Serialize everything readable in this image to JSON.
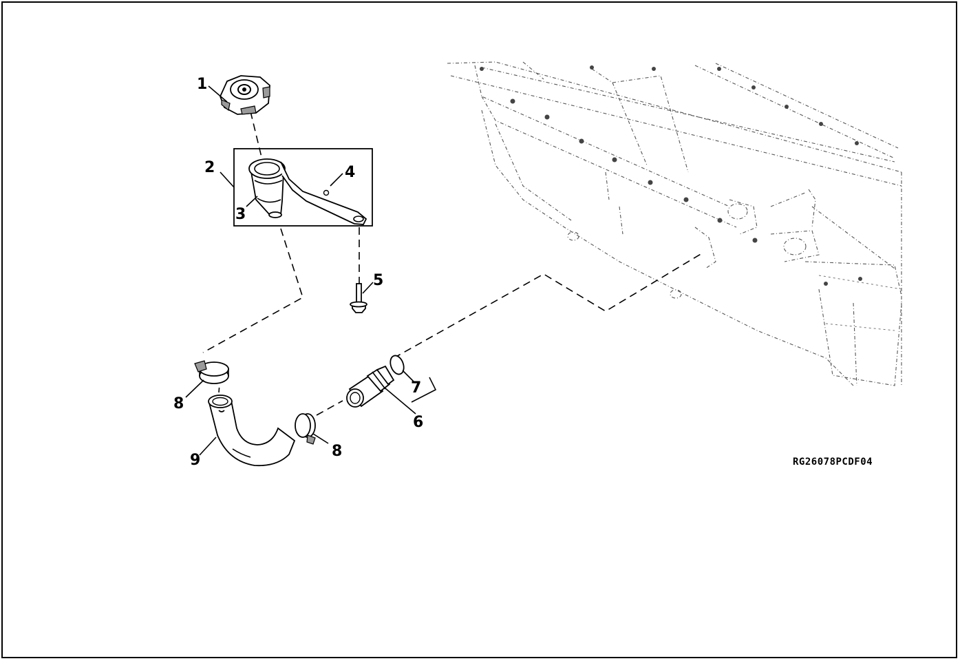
{
  "figure_id": "RG26078PCDF04",
  "callouts": {
    "c1": "1",
    "c2": "2",
    "c3": "3",
    "c4": "4",
    "c5": "5",
    "c6": "6",
    "c7": "7",
    "c8a": "8",
    "c8b": "8",
    "c9": "9"
  },
  "parts": [
    {
      "ref": "1",
      "icon": "filler-cap-icon"
    },
    {
      "ref": "2",
      "icon": "filler-assembly-group-icon"
    },
    {
      "ref": "3",
      "icon": "filler-neck-icon"
    },
    {
      "ref": "4",
      "icon": "mounting-bracket-icon"
    },
    {
      "ref": "5",
      "icon": "flange-bolt-icon"
    },
    {
      "ref": "6",
      "icon": "tube-fitting-icon"
    },
    {
      "ref": "7",
      "icon": "o-ring-icon"
    },
    {
      "ref": "8",
      "icon": "hose-clamp-icon"
    },
    {
      "ref": "9",
      "icon": "elbow-hose-icon"
    }
  ],
  "colors": {
    "line": "#000000",
    "ghost": "#555555",
    "background": "#ffffff"
  }
}
